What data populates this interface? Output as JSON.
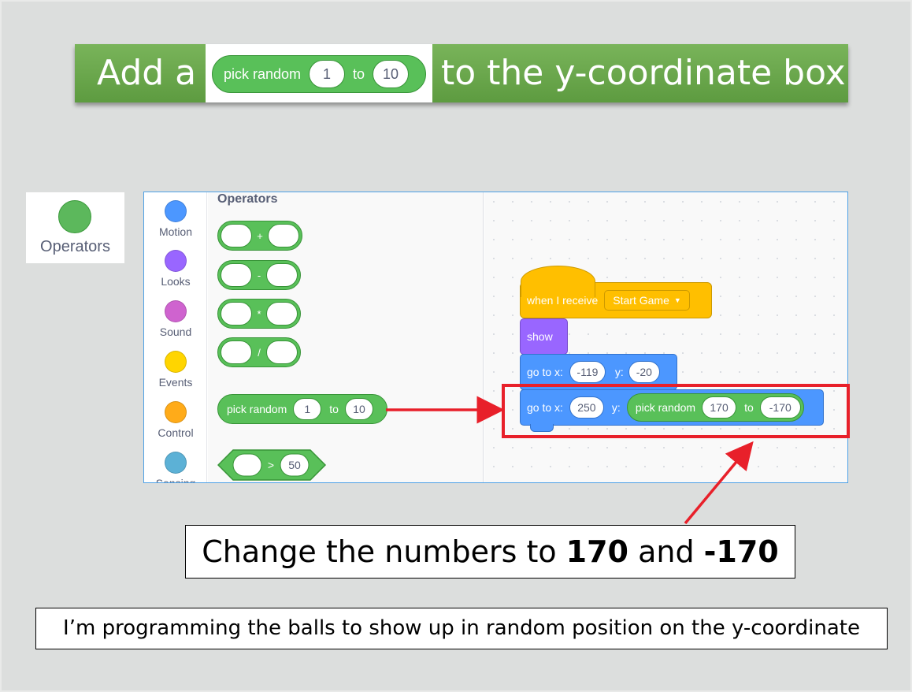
{
  "title": {
    "prefix": "Add a",
    "suffix": "to the y-coordinate box",
    "block": {
      "label": "pick random",
      "from": "1",
      "to_label": "to",
      "to": "10"
    }
  },
  "operators_card": {
    "label": "Operators",
    "color": "#5cb85c"
  },
  "categories": [
    {
      "name": "Motion",
      "color": "#4c97ff"
    },
    {
      "name": "Looks",
      "color": "#9966ff"
    },
    {
      "name": "Sound",
      "color": "#cf63cf"
    },
    {
      "name": "Events",
      "color": "#ffd500"
    },
    {
      "name": "Control",
      "color": "#ffab19"
    },
    {
      "name": "Sensing",
      "color": "#5cb1d6"
    }
  ],
  "palette": {
    "title": "Operators",
    "add_op": "+",
    "sub_op": "-",
    "mul_op": "*",
    "div_op": "/",
    "random": {
      "label": "pick random",
      "from": "1",
      "to_label": "to",
      "to": "10"
    },
    "gt": {
      "op": ">",
      "value": "50"
    }
  },
  "script": {
    "hat": {
      "label": "when I receive",
      "message": "Start Game"
    },
    "show": "show",
    "goto1": {
      "label": "go to x:",
      "x": "-119",
      "y_label": "y:",
      "y": "-20"
    },
    "goto2": {
      "label": "go to x:",
      "x": "250",
      "y_label": "y:",
      "random": {
        "label": "pick random",
        "from": "170",
        "to_label": "to",
        "to": "-170"
      }
    }
  },
  "callout_main": {
    "text": "Change the numbers to ",
    "num1": "170",
    "and": " and ",
    "num2": "-170"
  },
  "callout_note": "I’m programming the balls to show up in random position on the y-coordinate",
  "colors": {
    "highlight": "#e8202a",
    "operators": "#59c059",
    "banner": "#6aa84f"
  }
}
